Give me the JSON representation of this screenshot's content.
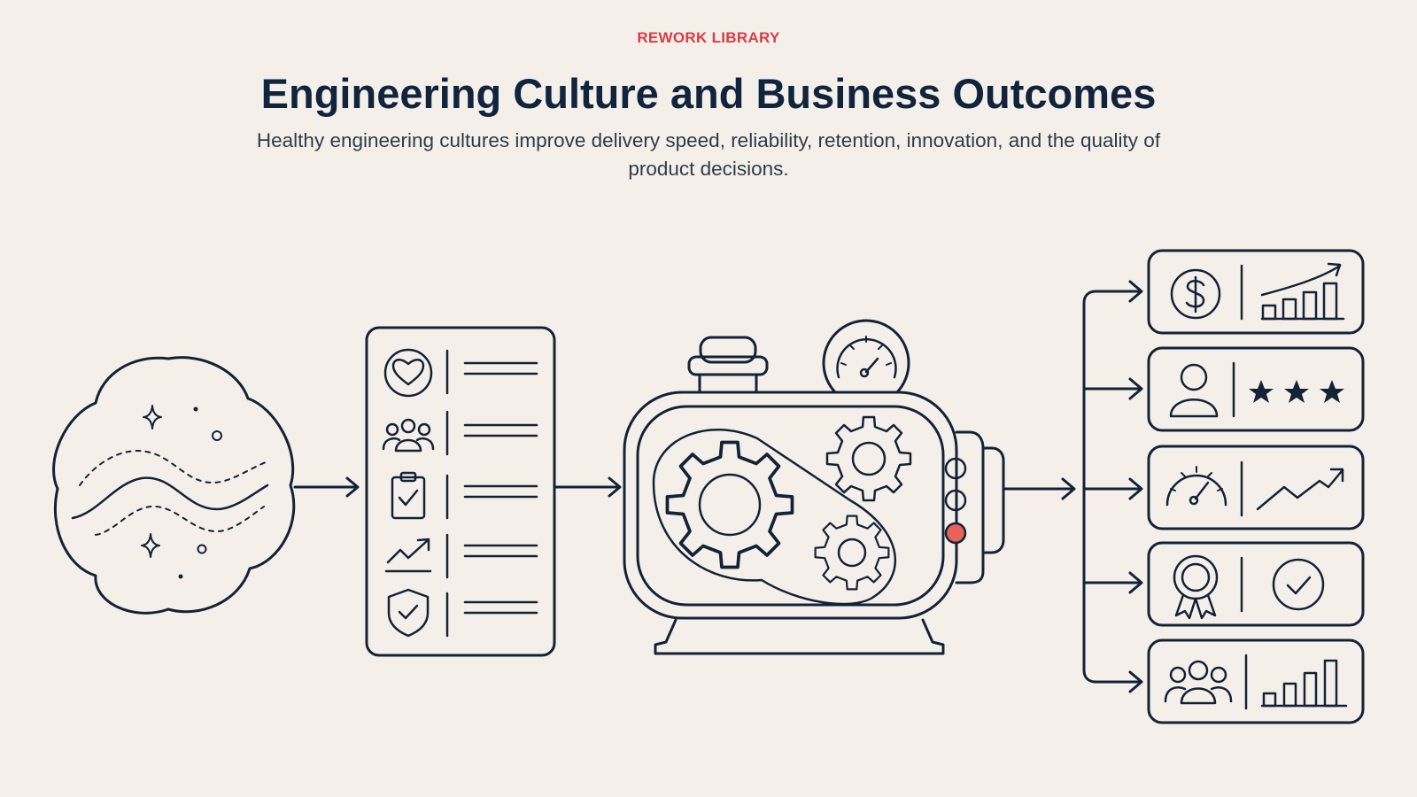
{
  "header": {
    "eyebrow": "REWORK LIBRARY",
    "title": "Engineering Culture and Business Outcomes",
    "subtitle": "Healthy engineering cultures improve delivery speed, reliability, retention, innovation, and the quality of product decisions."
  },
  "colors": {
    "background": "#f4f0e9",
    "ink": "#122338",
    "accent": "#dc3b45",
    "indicator": "#e8625a"
  },
  "diagram": {
    "stages": [
      {
        "id": "culture-cloud",
        "icons": [
          "sparkle-icon",
          "dot-icon",
          "wave-icon"
        ]
      },
      {
        "id": "practices-checklist",
        "icons": [
          "heart-icon",
          "team-icon",
          "clipboard-check-icon",
          "trend-up-icon",
          "shield-check-icon"
        ]
      },
      {
        "id": "engine",
        "icons": [
          "gear-icon",
          "gear-icon",
          "gear-icon",
          "gauge-icon",
          "indicator-light-icon"
        ]
      }
    ],
    "outcomes": [
      {
        "id": "revenue",
        "icons": [
          "dollar-icon",
          "growth-bar-chart-icon"
        ]
      },
      {
        "id": "customer-satisfaction",
        "icons": [
          "person-icon",
          "three-stars-icon"
        ]
      },
      {
        "id": "delivery-speed",
        "icons": [
          "speedometer-icon",
          "trend-line-icon"
        ]
      },
      {
        "id": "quality",
        "icons": [
          "award-ribbon-icon",
          "check-circle-icon"
        ]
      },
      {
        "id": "retention",
        "icons": [
          "team-icon",
          "bar-chart-icon"
        ]
      }
    ]
  }
}
